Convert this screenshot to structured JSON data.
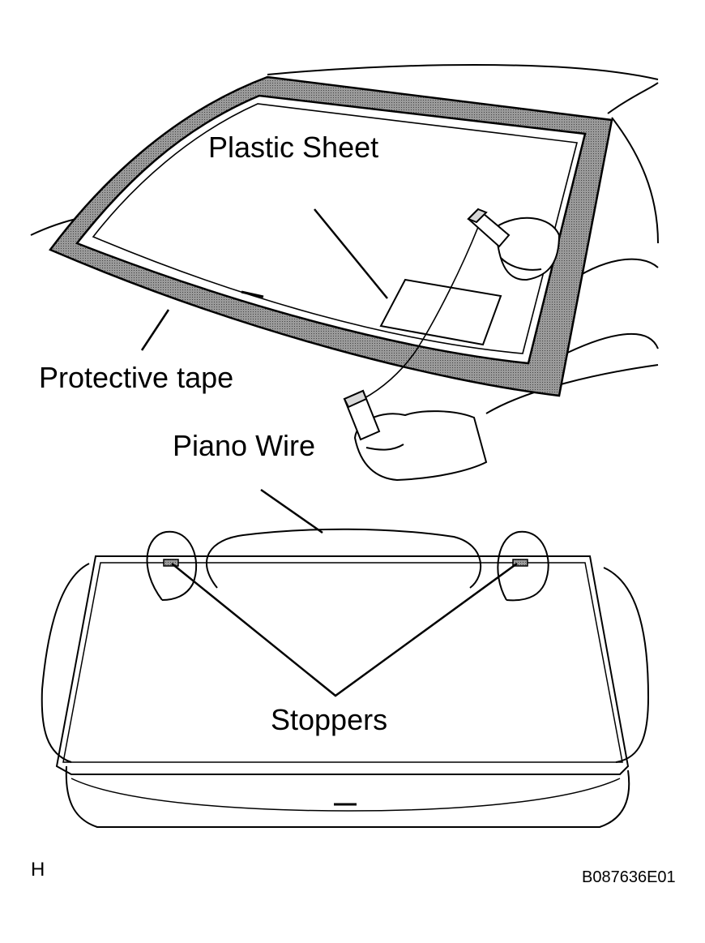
{
  "labels": {
    "plastic_sheet": "Plastic Sheet",
    "protective_tape": "Protective tape",
    "piano_wire": "Piano Wire",
    "stoppers": "Stoppers",
    "view_letter": "H",
    "figure_code": "B087636E01"
  },
  "colors": {
    "ink": "#000000",
    "tape_fill": "#7a7a7a",
    "paper": "#ffffff"
  }
}
